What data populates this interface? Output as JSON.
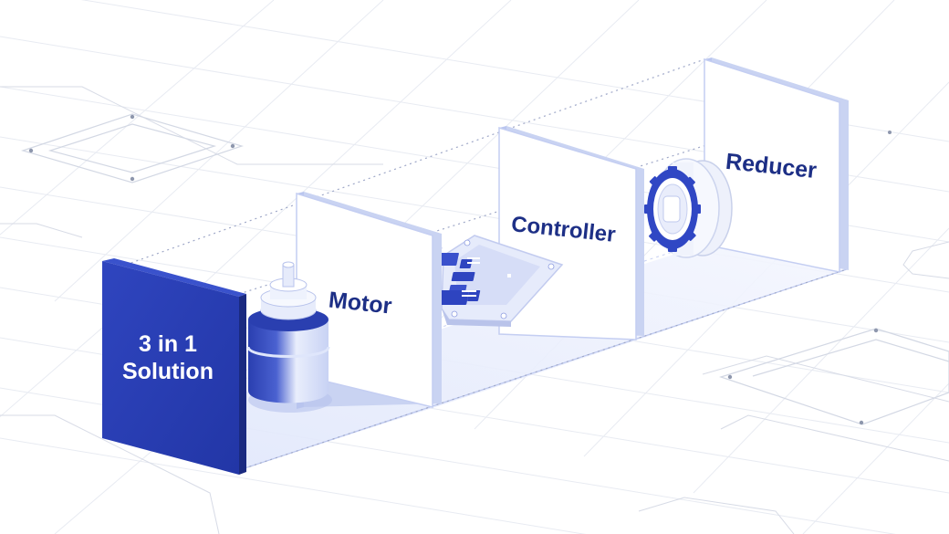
{
  "panels": {
    "solution": {
      "line1": "3 in 1",
      "line2": "Solution"
    },
    "motor": {
      "label": "Motor"
    },
    "controller": {
      "label": "Controller"
    },
    "reducer": {
      "label": "Reducer"
    }
  },
  "colors": {
    "accent": "#2a3fb0",
    "accent_dark": "#1a2a80",
    "label_text": "#1d2f86",
    "panel_face": "#ffffff",
    "panel_edge": "#c9d3f2",
    "grid": "#e8ebf2"
  },
  "icons": [
    "motor-icon",
    "circuit-board-icon",
    "gear-reducer-icon"
  ]
}
